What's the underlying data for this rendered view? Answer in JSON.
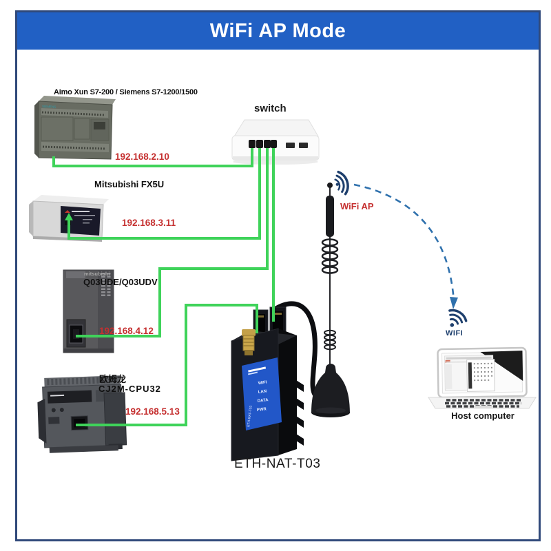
{
  "title": "WiFi AP Mode",
  "colors": {
    "banner_blue": "#2160c4",
    "frame_navy": "#30497a",
    "cable_green": "#3fd35a",
    "ip_red": "#c53030",
    "wifi_navy": "#1e3f6d",
    "arc_blue": "#2f71ad"
  },
  "switch": {
    "label": "switch"
  },
  "plcs": {
    "siemens": {
      "label": "Aimo Xun S7-200 / Siemens S7-1200/1500",
      "logo": "SIEMENS",
      "ip": "192.168.2.10"
    },
    "fx5u": {
      "label": "Mitsubishi FX5U",
      "ip": "192.168.3.11"
    },
    "q03": {
      "brand": "mitsubishi",
      "label": "Q03UDE/Q03UDV",
      "ip": "192.168.4.12"
    },
    "omron": {
      "label": "欧姆龙",
      "model": "CJ2M-CPU32",
      "ip": "192.168.5.13"
    }
  },
  "gateway": {
    "label": "ETH-NAT-T03",
    "leds": [
      "WIFI",
      "LAN",
      "DATA",
      "PWR"
    ]
  },
  "antenna": {
    "label": "WiFi AP"
  },
  "host": {
    "wifi_label": "WIFI",
    "label": "Host computer"
  }
}
